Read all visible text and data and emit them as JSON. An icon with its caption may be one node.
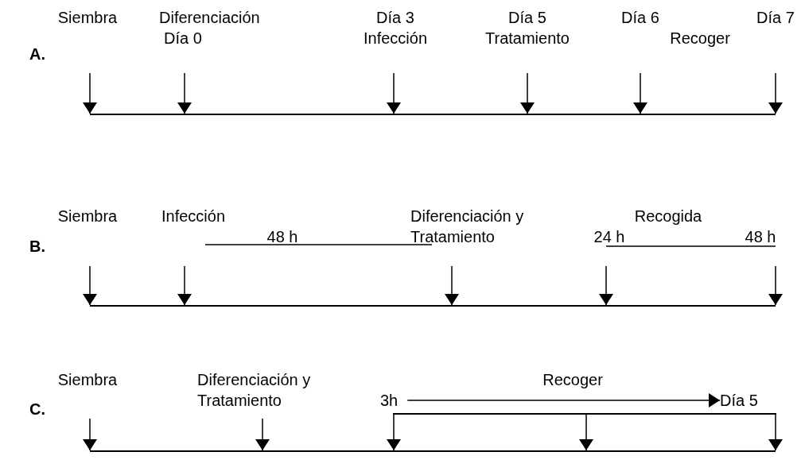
{
  "diagram": {
    "nodes": [
      {
        "text": [
          "Siembra"
        ]
      },
      {
        "text": [
          "Diferenciación",
          "Día 0"
        ]
      },
      {
        "text": [
          "Día 3",
          "Infección"
        ]
      },
      {
        "text": [
          "Día 5",
          "Tratamiento"
        ]
      },
      {
        "text": [
          "Día 6"
        ]
      },
      {
        "text": [
          "Día 7"
        ]
      },
      {
        "text": [],
        "shape": "bar"
      },
      {
        "text": [
          "Siembra"
        ]
      },
      {
        "text": [
          "Infección"
        ]
      },
      {
        "text": [
          "Diferenciación y Tratamiento"
        ]
      },
      {
        "text": [
          "24 h"
        ]
      },
      {
        "text": [
          "48 h"
        ]
      },
      {
        "text": [],
        "shape": "bar"
      },
      {
        "text": [
          "Siembra"
        ]
      },
      {
        "text": [
          "Diferenciación y Tratamiento"
        ]
      },
      {
        "text": [
          "3h"
        ]
      },
      {
        "text": [
          "Día 5"
        ]
      },
      {
        "text": [],
        "shape": "bar"
      },
      {
        "text": [],
        "shape": "bar"
      }
    ],
    "edges": [
      {
        "from": 0,
        "to": 6,
        "arrow": "to"
      },
      {
        "from": 1,
        "to": 6,
        "arrow": "to"
      },
      {
        "from": 2,
        "to": 6,
        "arrow": "to"
      },
      {
        "from": 3,
        "to": 6,
        "arrow": "to"
      },
      {
        "from": 4,
        "to": 6,
        "arrow": "to"
      },
      {
        "from": 5,
        "to": 6,
        "arrow": "to"
      },
      {
        "from": 7,
        "to": 12,
        "arrow": "to"
      },
      {
        "from": 8,
        "to": 12,
        "arrow": "to"
      },
      {
        "from": 9,
        "to": 12,
        "arrow": "to"
      },
      {
        "from": 10,
        "to": 12,
        "arrow": "to"
      },
      {
        "from": 11,
        "to": 12,
        "arrow": "to"
      },
      {
        "from": 13,
        "to": 18,
        "arrow": "to"
      },
      {
        "from": 14,
        "to": 18,
        "arrow": "to"
      },
      {
        "from": 17,
        "to": 18,
        "arrow": "to"
      },
      {
        "from": 17,
        "to": 18,
        "arrow": "to"
      },
      {
        "from": 17,
        "to": 18,
        "arrow": "to"
      },
      {
        "from": 15,
        "to": 16,
        "arrow": "to"
      }
    ],
    "labels": [
      "Recoger",
      "A.",
      "Recogida",
      "48 h",
      "B.",
      "Recoger",
      "C."
    ]
  }
}
